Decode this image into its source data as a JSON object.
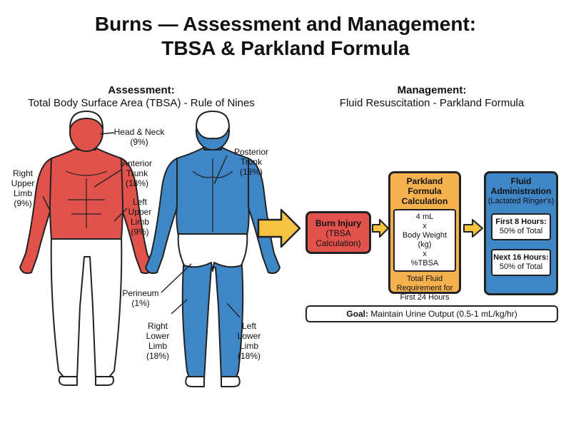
{
  "title": {
    "line1": "Burns — Assessment and Management:",
    "line2": "TBSA & Parkland Formula"
  },
  "assessment": {
    "heading": "Assessment:",
    "subheading": "Total Body Surface Area (TBSA) - Rule of Nines"
  },
  "management": {
    "heading": "Management:",
    "subheading": "Fluid Resuscitation - Parkland Formula"
  },
  "body_labels": {
    "head_neck": [
      "Head & Neck",
      "(9%)"
    ],
    "anterior_trunk": [
      "Anterior",
      "Trunk",
      "(18%)"
    ],
    "right_upper_limb": [
      "Right",
      "Upper",
      "Limb",
      "(9%)"
    ],
    "left_upper_limb": [
      "Left",
      "Upper",
      "Limb",
      "(9%)"
    ],
    "posterior_trunk": [
      "Posterior",
      "Trunk",
      "(18%)"
    ],
    "perineum": [
      "Perineum",
      "(1%)"
    ],
    "right_lower_limb": [
      "Right",
      "Lower",
      "Limb",
      "(18%)"
    ],
    "left_lower_limb": [
      "Left",
      "Lower",
      "Limb",
      "(18%)"
    ]
  },
  "flow": {
    "burn_injury": {
      "title": "Burn Injury",
      "line1": "(TBSA",
      "line2": "Calculation)"
    },
    "parkland": {
      "title1": "Parkland",
      "title2": "Formula",
      "title3": "Calculation",
      "formula": [
        "4 mL",
        "x",
        "Body Weight (kg)",
        "x",
        "%TBSA"
      ],
      "note1": "Total Fluid",
      "note2": "Requirement for",
      "note3": "First 24 Hours"
    },
    "fluid": {
      "title1": "Fluid",
      "title2": "Administration",
      "sub": "(Lactated Ringer's)",
      "first_label": "First 8 Hours:",
      "first_value": "50% of Total",
      "next_label": "Next 16 Hours:",
      "next_value": "50% of Total"
    },
    "goal": {
      "label": "Goal:",
      "text": "Maintain Urine Output (0.5-1 mL/kg/hr)"
    }
  },
  "colors": {
    "burn_red": "#e0524b",
    "posterior_blue": "#3f86c6",
    "parkland_orange": "#f5b14e",
    "fluid_blue": "#3f86c6",
    "arrow_yellow": "#f6c342"
  }
}
